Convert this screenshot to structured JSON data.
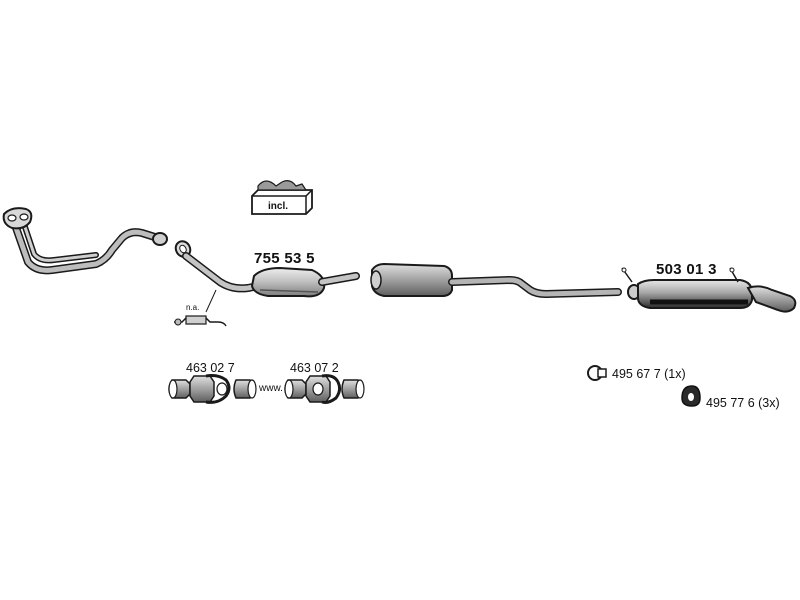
{
  "labels": {
    "catalyst_part": "755 53 5",
    "rear_silencer_part": "503 01 3",
    "kit_incl": "incl.",
    "not_available": "n.a.",
    "clamp_kit_1": "463 02 7",
    "clamp_kit_2": "463 07 2",
    "www": "www.",
    "clamp_part": "495 67 7 (1x)",
    "hanger_part": "495 77 6 (3x)"
  },
  "colors": {
    "pipe_fill": "#b9b9b9",
    "pipe_stroke": "#1a1a1a",
    "body_dark": "#7a7a7a",
    "text": "#111111"
  }
}
